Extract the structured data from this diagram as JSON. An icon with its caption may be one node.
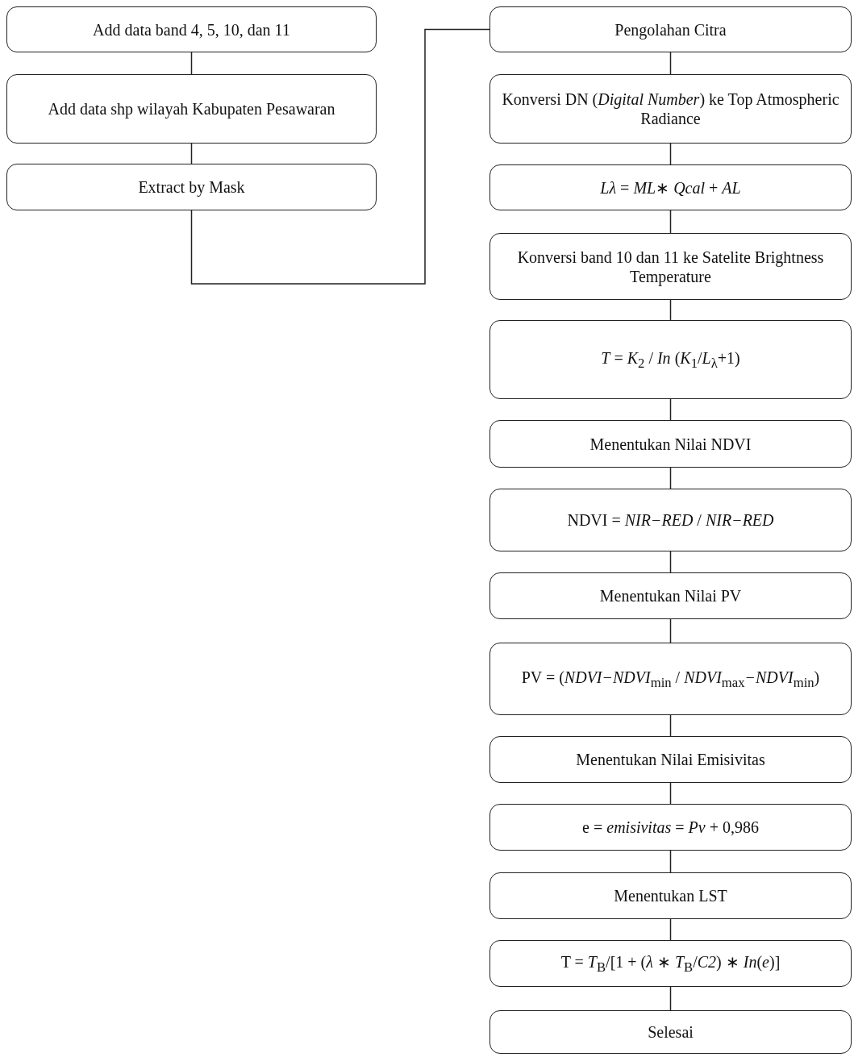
{
  "diagram": {
    "nodes": [
      {
        "text": [
          "Add data band 4, 5, 10, dan 11"
        ]
      },
      {
        "text": [
          "Add data shp wilayah Kabupaten Pesawaran"
        ]
      },
      {
        "text": [
          "Extract by Mask"
        ]
      },
      {
        "text": [
          "Pengolahan Citra"
        ]
      },
      {
        "text": [
          "Konversi DN (*Digital Number*) ke Top Atmospheric Radiance"
        ]
      },
      {
        "text": [
          "*Lλ* = *ML*∗ *Qcal* + *AL*"
        ]
      },
      {
        "text": [
          "Konversi band 10 dan 11 ke Satelite Brightness Temperature"
        ]
      },
      {
        "text": [
          "*T* = *K*$_{2}$ / *In* (*K*$_{1}$/*L*$_{λ}$+1)"
        ]
      },
      {
        "text": [
          "Menentukan Nilai NDVI"
        ]
      },
      {
        "text": [
          "NDVI = *NIR−RED* / *NIR−RED*"
        ]
      },
      {
        "text": [
          "Menentukan Nilai PV"
        ]
      },
      {
        "text": [
          "PV = (*NDVI−NDVI*$_{min}$ / *NDVI*$_{max}$*−NDVI*$_{min}$)"
        ]
      },
      {
        "text": [
          "Menentukan Nilai Emisivitas"
        ]
      },
      {
        "text": [
          "e = *emisivitas* = *Pv* + 0,986"
        ]
      },
      {
        "text": [
          "Menentukan LST"
        ]
      },
      {
        "text": [
          "T = *T*$_{B}$/[1 + (*λ* ∗ *T*$_{B}$/*C2*) ∗ *In*(*e*)]"
        ]
      },
      {
        "text": [
          "Selesai"
        ]
      }
    ],
    "edges": [
      {
        "from": 0,
        "to": 1,
        "arrow": "none"
      },
      {
        "from": 1,
        "to": 2,
        "arrow": "none"
      },
      {
        "from": 2,
        "to": 3,
        "arrow": "none"
      },
      {
        "from": 3,
        "to": 4,
        "arrow": "none"
      },
      {
        "from": 4,
        "to": 5,
        "arrow": "none"
      },
      {
        "from": 5,
        "to": 6,
        "arrow": "none"
      },
      {
        "from": 6,
        "to": 7,
        "arrow": "none"
      },
      {
        "from": 7,
        "to": 8,
        "arrow": "none"
      },
      {
        "from": 8,
        "to": 9,
        "arrow": "none"
      },
      {
        "from": 9,
        "to": 10,
        "arrow": "none"
      },
      {
        "from": 10,
        "to": 11,
        "arrow": "none"
      },
      {
        "from": 11,
        "to": 12,
        "arrow": "none"
      },
      {
        "from": 12,
        "to": 13,
        "arrow": "none"
      },
      {
        "from": 13,
        "to": 14,
        "arrow": "none"
      },
      {
        "from": 14,
        "to": 15,
        "arrow": "none"
      },
      {
        "from": 15,
        "to": 16,
        "arrow": "none"
      }
    ]
  }
}
